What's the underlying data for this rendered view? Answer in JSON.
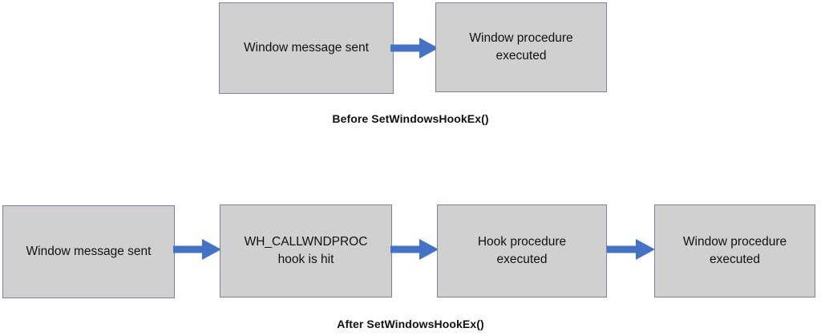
{
  "diagram": {
    "title_row_1": "Before SetWindowsHookEx()",
    "title_row_2": "After SetWindowsHookEx()",
    "arrow_color": "#4472C4",
    "node_fill_color": "#D0D0D0",
    "node_border_color": "#7B8290",
    "text_color": "#111111",
    "background_color": "#FFFFFF",
    "rows": [
      {
        "name": "before",
        "caption": "Before SetWindowsHookEx()",
        "nodes": [
          {
            "id": "before-message",
            "label": "Window message sent"
          },
          {
            "id": "before-winproc",
            "label": "Window procedure\nexecuted"
          }
        ],
        "arrows": [
          {
            "id": "before-1",
            "from": "before-message",
            "to": "before-winproc",
            "direction": "right"
          }
        ]
      },
      {
        "name": "after",
        "caption": "After SetWindowsHookEx()",
        "nodes": [
          {
            "id": "after-message",
            "label": "Window message sent"
          },
          {
            "id": "after-hookhit",
            "label": "WH_CALLWNDPROC\nhook is hit"
          },
          {
            "id": "after-hookproc",
            "label": "Hook procedure\nexecuted"
          },
          {
            "id": "after-winproc",
            "label": "Window procedure\nexecuted"
          }
        ],
        "arrows": [
          {
            "id": "after-1",
            "from": "after-message",
            "to": "after-hookhit",
            "direction": "right"
          },
          {
            "id": "after-2",
            "from": "after-hookhit",
            "to": "after-hookproc",
            "direction": "right"
          },
          {
            "id": "after-3",
            "from": "after-hookproc",
            "to": "after-winproc",
            "direction": "right"
          }
        ]
      }
    ]
  }
}
